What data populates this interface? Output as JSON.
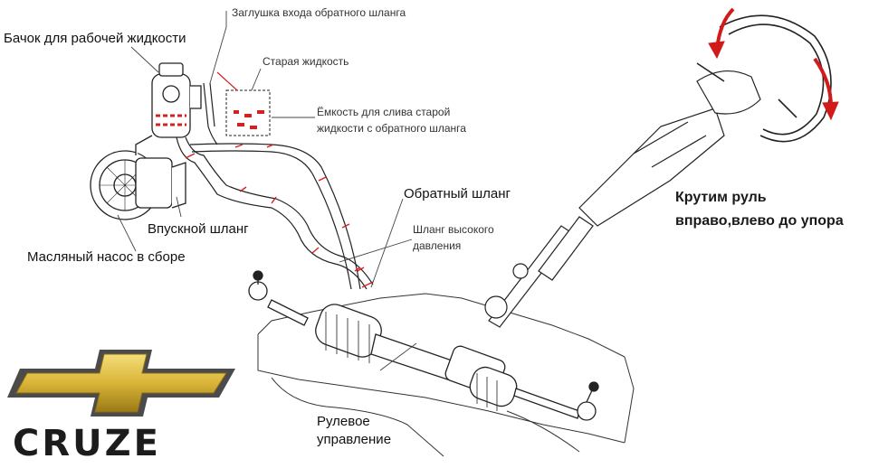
{
  "labels": {
    "reservoir": "Бачок для рабочей жидкости",
    "return_cap": "Заглушка входа обратного шланга",
    "old_fluid": "Старая жидкость",
    "drain_container_1": "Ёмкость для слива старой",
    "drain_container_2": "жидкости с обратного шланга",
    "return_hose": "Обратный шланг",
    "hp_hose_1": "Шланг высокого",
    "hp_hose_2": "давления",
    "intake_hose": "Впускной шланг",
    "pump": "Масляный насос в сборе",
    "steering_1": "Рулевое",
    "steering_2": "управление",
    "turn_wheel_1": "Крутим руль",
    "turn_wheel_2": "вправо,влево до упора"
  },
  "logo": {
    "brand": "CRUZE"
  },
  "colors": {
    "line": "#222222",
    "hose_red": "#d62020",
    "arrow_red": "#d11a1a",
    "gold": "#d9b437",
    "gold_dark": "#8a6b12"
  }
}
